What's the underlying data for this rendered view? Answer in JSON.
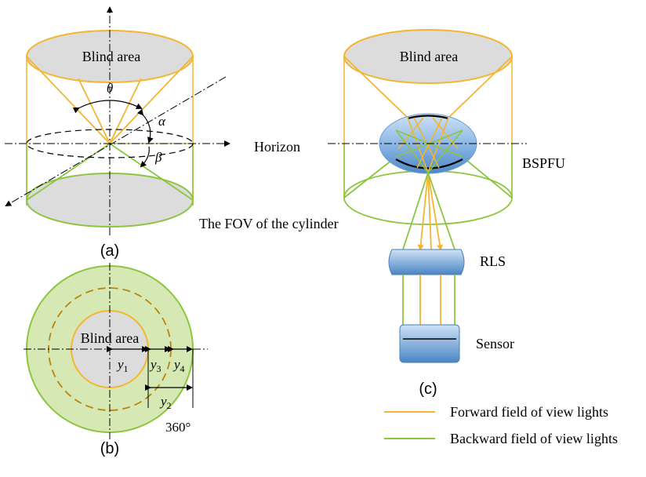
{
  "labels": {
    "blind_area_a": "Blind area",
    "blind_area_c": "Blind area",
    "blind_area_b": "Blind area",
    "theta": "θ",
    "alpha": "α",
    "beta": "β",
    "horizon": "Horizon",
    "bspfu": "BSPFU",
    "fov_cylinder": "The FOV of the cylinder",
    "rls": "RLS",
    "sensor": "Sensor",
    "deg360": "360°",
    "y1": "y",
    "y1_sub": "1",
    "y2": "y",
    "y2_sub": "2",
    "y3": "y",
    "y3_sub": "3",
    "y4": "y",
    "y4_sub": "4"
  },
  "captions": {
    "a": "(a)",
    "b": "(b)",
    "c": "(c)"
  },
  "legend": {
    "forward": "Forward field of view lights",
    "backward": "Backward field of view lights"
  },
  "colors": {
    "forward": "#f2b632",
    "backward": "#8cc63f",
    "blind_fill": "#dcdcdc",
    "ring_fill": "#d6e9b4",
    "lens_fill": "#5b9bd5",
    "dashed_ring": "#b8860b",
    "axis": "#000000"
  }
}
